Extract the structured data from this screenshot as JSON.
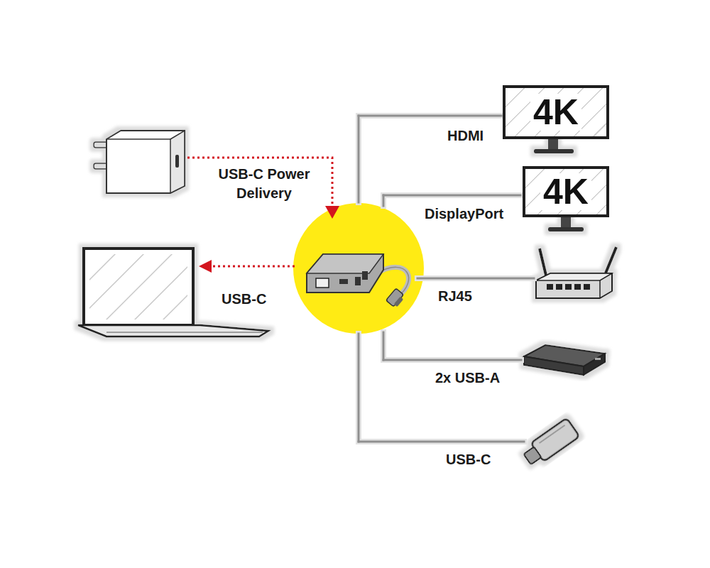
{
  "diagram": {
    "nodes": [
      {
        "text": [
          "4K"
        ]
      },
      {
        "text": [
          "4K"
        ]
      }
    ],
    "labels": [
      "USB-C Power Delivery",
      "USB-C",
      "HDMI",
      "DisplayPort",
      "RJ45",
      "2x USB-A",
      "USB-C"
    ]
  }
}
